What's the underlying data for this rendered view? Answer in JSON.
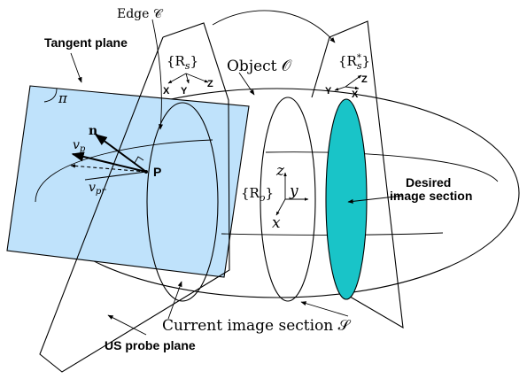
{
  "labels": {
    "edge": "Edge 𝒞",
    "tangent_plane": "Tangent plane",
    "pi": "π",
    "n": "n",
    "vp": "v",
    "vp_sub": "p",
    "vpr": "v",
    "vpr_sub": "pr",
    "P": "P",
    "object": "Object 𝒪",
    "Rs": "{R",
    "Rs_sub": "s",
    "Rs_close": "}",
    "Rs_star": "{R",
    "Rs_star_sub": "s",
    "Rs_star_sup": "*",
    "Rs_star_close": "}",
    "Ro": "{R",
    "Ro_sub": "o",
    "Ro_close": "}",
    "X1": "X",
    "Y1": "Y",
    "Z1": "Z",
    "X2": "X",
    "Y2": "Y",
    "Z2": "Z",
    "z": "z",
    "y": "y",
    "x": "x",
    "desired_line1": "Desired",
    "desired_line2": "image section",
    "current": "Current image section 𝒮",
    "us_probe": "US probe plane"
  },
  "colors": {
    "tangent_plane_fill": "#bfe2fb",
    "desired_section_fill": "#19c4c8"
  }
}
